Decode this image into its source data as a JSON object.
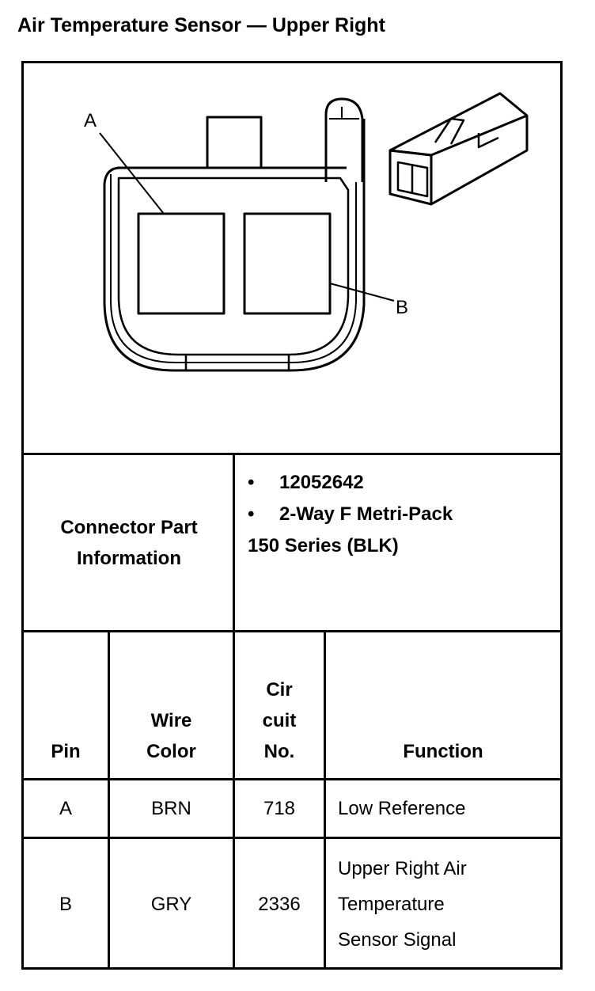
{
  "title": "Air Temperature Sensor — Upper Right",
  "diagram": {
    "label_a": "A",
    "label_b": "B"
  },
  "connector": {
    "label_line1": "Connector Part",
    "label_line2": "Information",
    "bullet_symbol": "•",
    "part_number": "12052642",
    "description_line1": "2-Way F Metri-Pack",
    "description_line2": "150 Series (BLK)"
  },
  "table": {
    "headers": {
      "pin": "Pin",
      "wire_line1": "Wire",
      "wire_line2": "Color",
      "cir_line1": "Cir",
      "cir_line2": "cuit",
      "cir_line3": "No.",
      "function": "Function"
    },
    "rows": [
      {
        "pin": "A",
        "wire": "BRN",
        "circuit": "718",
        "function_lines": [
          "Low Reference"
        ]
      },
      {
        "pin": "B",
        "wire": "GRY",
        "circuit": "2336",
        "function_lines": [
          "Upper Right Air",
          "Temperature",
          "Sensor Signal"
        ]
      }
    ]
  }
}
